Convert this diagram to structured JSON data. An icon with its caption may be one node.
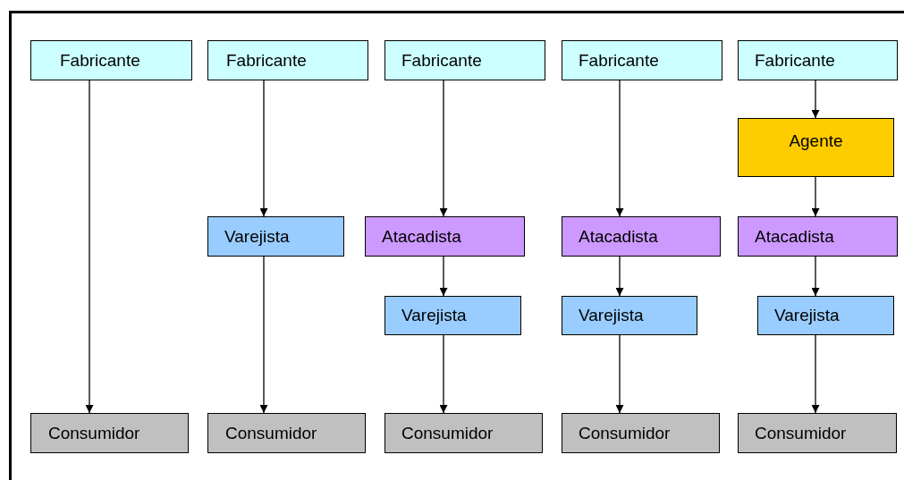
{
  "diagram": {
    "nodes": [
      {
        "text": [
          "Fabricante"
        ]
      },
      {
        "text": [
          "Consumidor"
        ]
      },
      {
        "text": [
          "Fabricante"
        ]
      },
      {
        "text": [
          "Varejista"
        ]
      },
      {
        "text": [
          "Consumidor"
        ]
      },
      {
        "text": [
          "Fabricante"
        ]
      },
      {
        "text": [
          "Atacadista"
        ]
      },
      {
        "text": [
          "Varejista"
        ]
      },
      {
        "text": [
          "Consumidor"
        ]
      },
      {
        "text": [
          "Fabricante"
        ]
      },
      {
        "text": [
          "Atacadista"
        ]
      },
      {
        "text": [
          "Varejista"
        ]
      },
      {
        "text": [
          "Consumidor"
        ]
      },
      {
        "text": [
          "Fabricante"
        ]
      },
      {
        "text": [
          "Agente"
        ]
      },
      {
        "text": [
          "Atacadista"
        ]
      },
      {
        "text": [
          "Varejista"
        ]
      },
      {
        "text": [
          "Consumidor"
        ]
      }
    ],
    "edges": [
      {
        "from": 0,
        "to": 1,
        "arrow": "to"
      },
      {
        "from": 2,
        "to": 3,
        "arrow": "to"
      },
      {
        "from": 3,
        "to": 4,
        "arrow": "to"
      },
      {
        "from": 5,
        "to": 6,
        "arrow": "to"
      },
      {
        "from": 6,
        "to": 7,
        "arrow": "to"
      },
      {
        "from": 7,
        "to": 8,
        "arrow": "to"
      },
      {
        "from": 9,
        "to": 10,
        "arrow": "to"
      },
      {
        "from": 10,
        "to": 11,
        "arrow": "to"
      },
      {
        "from": 11,
        "to": 12,
        "arrow": "to"
      },
      {
        "from": 13,
        "to": 14,
        "arrow": "to"
      },
      {
        "from": 14,
        "to": 15,
        "arrow": "to"
      },
      {
        "from": 15,
        "to": 16,
        "arrow": "to"
      },
      {
        "from": 16,
        "to": 17,
        "arrow": "to"
      }
    ]
  }
}
